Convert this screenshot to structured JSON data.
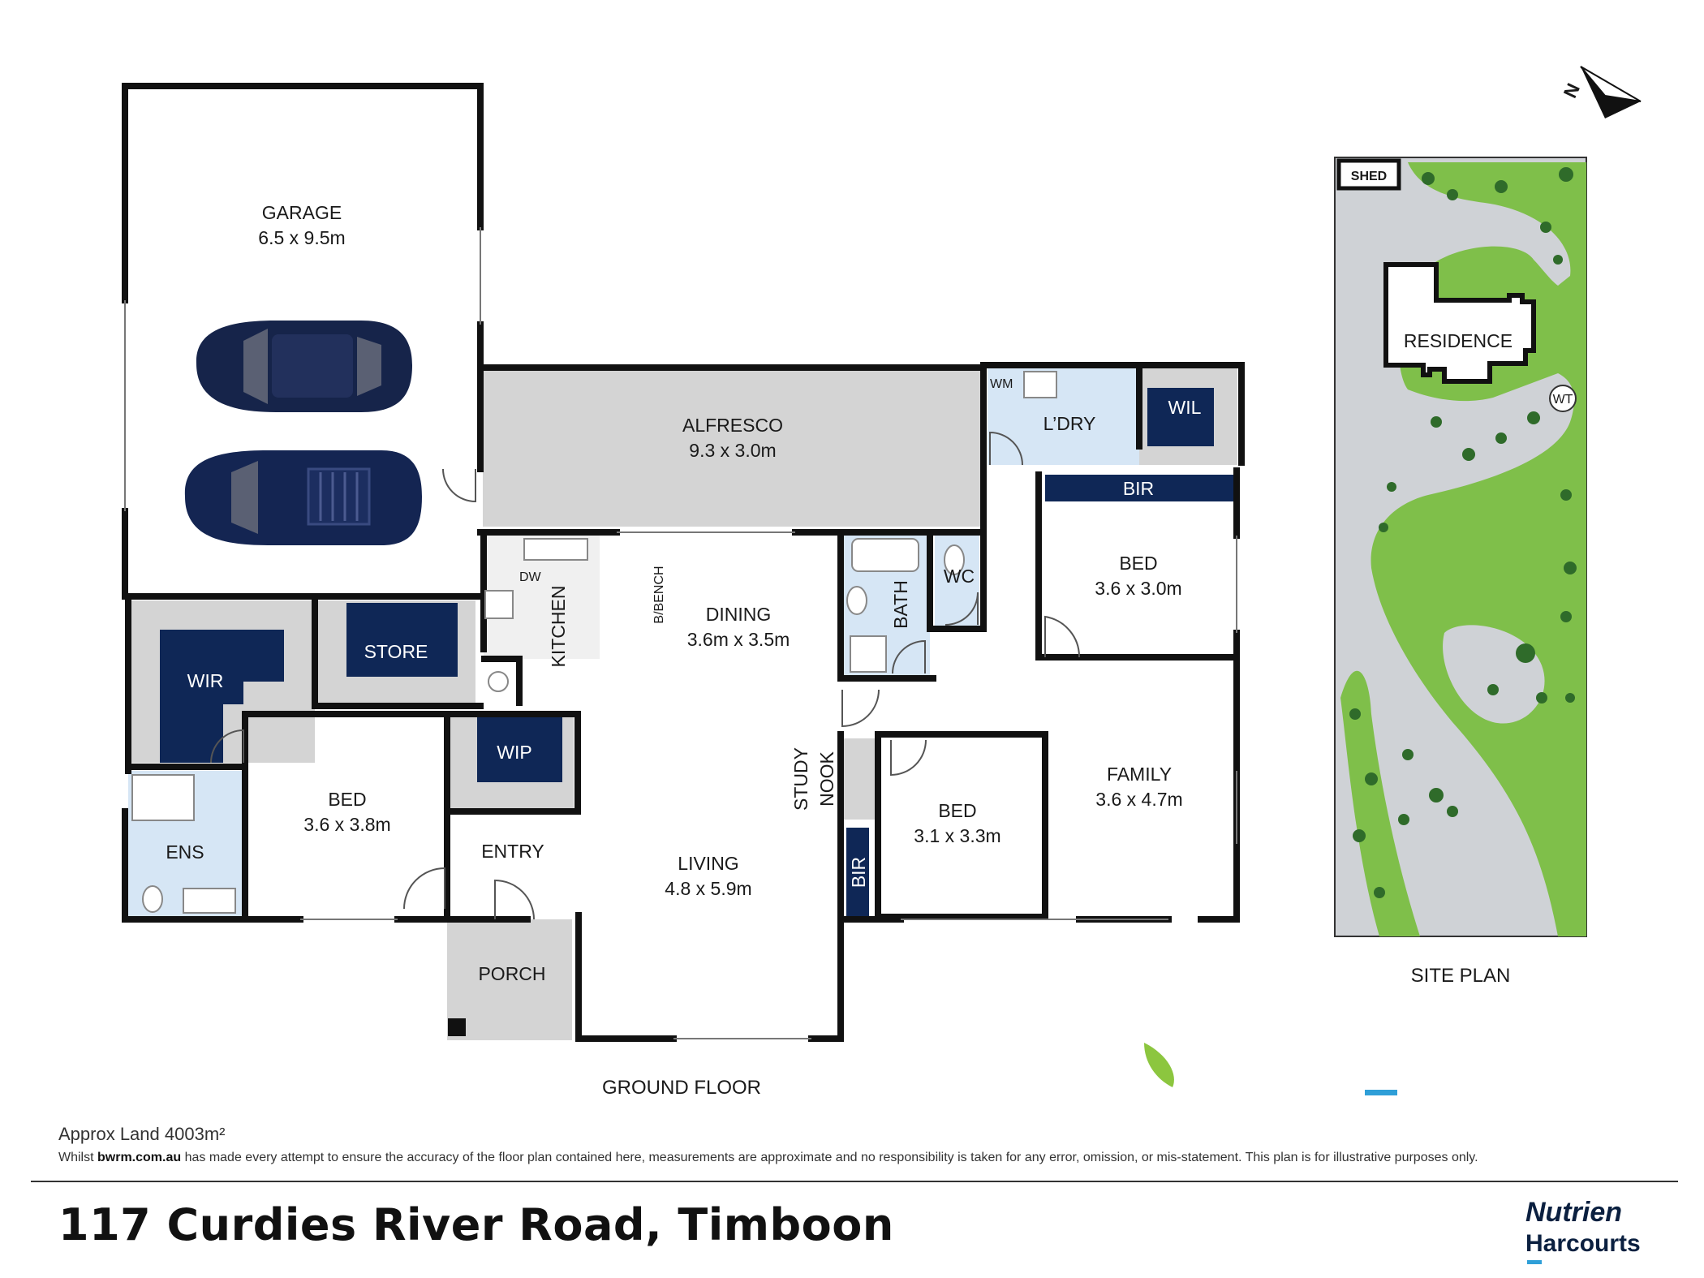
{
  "rooms": {
    "garage": {
      "name": "GARAGE",
      "dim": "6.5 x 9.5m"
    },
    "alfresco": {
      "name": "ALFRESCO",
      "dim": "9.3 x 3.0m"
    },
    "laundry": "L’DRY",
    "wm": "WM",
    "wil": "WIL",
    "bir_top": "BIR",
    "bed_ne": {
      "name": "BED",
      "dim": "3.6 x 3.0m"
    },
    "dining": {
      "name": "DINING",
      "dim": "3.6m x 3.5m"
    },
    "kitchen": "KITCHEN",
    "dw": "DW",
    "bbench": "B/BENCH",
    "bath": "BATH",
    "wc": "WC",
    "wir": "WIR",
    "store": "STORE",
    "wip": "WIP",
    "bed_main": {
      "name": "BED",
      "dim": "3.6 x 3.8m"
    },
    "ens": "ENS",
    "entry": "ENTRY",
    "living": {
      "name": "LIVING",
      "dim": "4.8 x 5.9m"
    },
    "study": "STUDY",
    "nook": "NOOK",
    "bir_side": "BIR",
    "bed_mid": {
      "name": "BED",
      "dim": "3.1 x 3.3m"
    },
    "family": {
      "name": "FAMILY",
      "dim": "3.6 x 4.7m"
    },
    "porch": "PORCH"
  },
  "floor_caption": "GROUND FLOOR",
  "site": {
    "shed": "SHED",
    "residence": "RESIDENCE",
    "wt": "WT",
    "caption": "SITE PLAN",
    "north": "N"
  },
  "footer": {
    "land": "Approx Land 4003m²",
    "disc_pre": "Whilst ",
    "disc_site": "bwrm.com.au",
    "disc_post": " has made every attempt to ensure the accuracy of the floor plan contained here, measurements are approximate and no responsibility is taken for any error, omission, or mis-statement. This plan is for illustrative purposes only.",
    "address": "117 Curdies River Road, Timboon"
  },
  "brand": {
    "line1": "Nutrien",
    "line2": "Harcourts"
  },
  "colors": {
    "wall": "#111111",
    "floor_grey": "#d4d4d4",
    "wet_blue": "#d6e6f5",
    "robe_navy": "#0f2756",
    "lawn": "#7fbf4a",
    "brand_navy": "#0b2040",
    "brand_blue": "#2f9fd8"
  }
}
